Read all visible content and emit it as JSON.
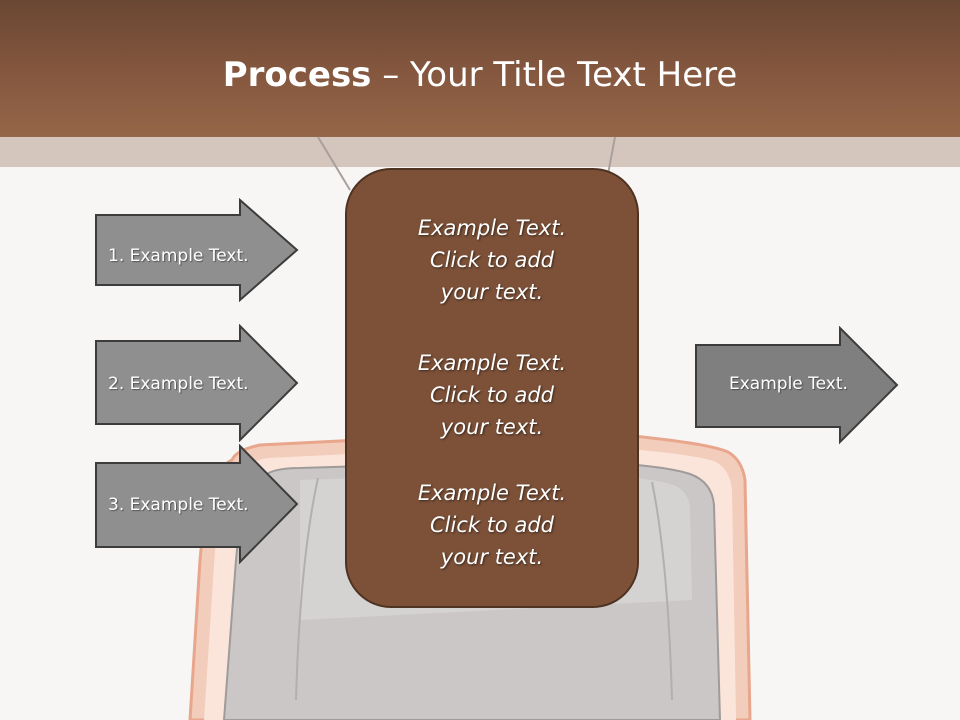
{
  "title": {
    "bold": "Process",
    "rest": " – Your Title Text Here"
  },
  "center_blocks": [
    {
      "line1": "Example Text.",
      "line2": "Click  to add",
      "line3": "your text."
    },
    {
      "line1": "Example Text.",
      "line2": "Click  to add",
      "line3": "your text."
    },
    {
      "line1": "Example Text.",
      "line2": "Click  to add",
      "line3": "your text."
    }
  ],
  "left_arrows": [
    {
      "label": "1. Example Text."
    },
    {
      "label": "2. Example Text."
    },
    {
      "label": "3. Example Text."
    }
  ],
  "right_arrow": {
    "label": "Example Text."
  },
  "colors": {
    "header_dark": "#6a4733",
    "header_light": "#966648",
    "center_box": "#7c5138",
    "arrow_fill": "#8f8f8f",
    "arrow_stroke": "#3c3c3c"
  }
}
